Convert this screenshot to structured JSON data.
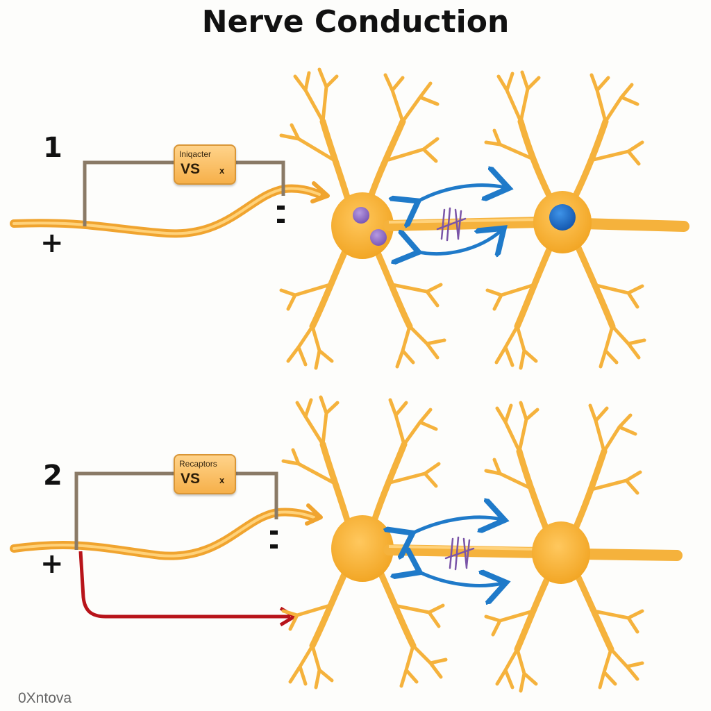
{
  "title": "Nerve Conduction",
  "panels": [
    {
      "number": "1",
      "meter_label": "Iniqacter",
      "meter_value": "VS",
      "meter_x": "x",
      "plus": "+",
      "minus": "-"
    },
    {
      "number": "2",
      "meter_label": "Recaptors",
      "meter_value": "VS",
      "meter_x": "x",
      "plus": "+",
      "minus": "-"
    }
  ],
  "watermark": "0Xntova",
  "colors": {
    "neuron": "#f5b23c",
    "neuron_body": "#f4aa2e",
    "wire": "#8a7a66",
    "arrow_blue": "#1f7ac9",
    "arrow_red": "#b8141a",
    "nucleus_purple": "#8a66c0",
    "nucleus_blue": "#1d6bc7",
    "synapse_marks": "#7a55a8"
  }
}
